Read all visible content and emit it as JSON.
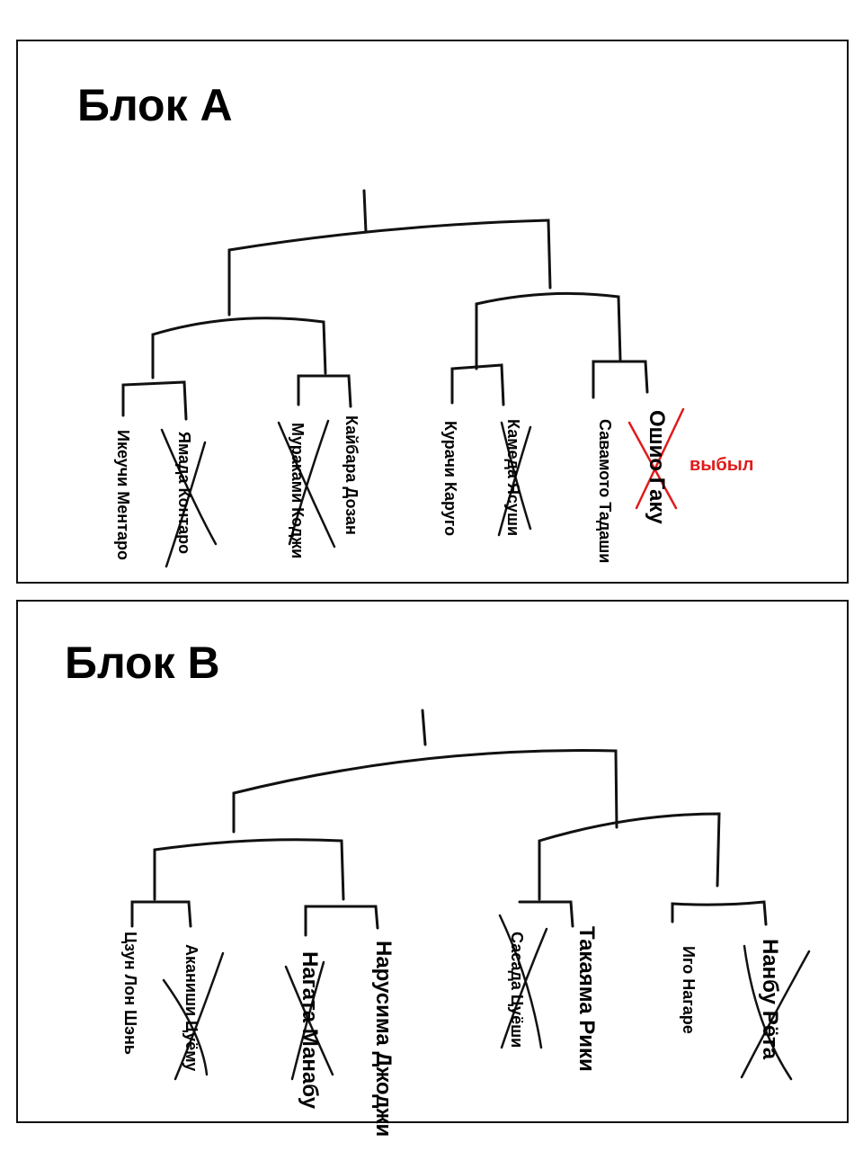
{
  "blocks": [
    {
      "title": "Блок A",
      "participants": [
        {
          "name": "Икеучи Ментаро",
          "eliminated": false
        },
        {
          "name": "Ямада Контаро",
          "eliminated": true
        },
        {
          "name": "Мураками Коджи",
          "eliminated": true
        },
        {
          "name": "Кайбара Дозан",
          "eliminated": false
        },
        {
          "name": "Курачи Каруго",
          "eliminated": false
        },
        {
          "name": "Камеда Ясуши",
          "eliminated": true
        },
        {
          "name": "Савамото Тадаши",
          "eliminated": false
        },
        {
          "name": "Ошио Гаку",
          "eliminated": true,
          "note": "выбыл"
        }
      ]
    },
    {
      "title": "Блок B",
      "participants": [
        {
          "name": "Цзун Лон Шэнь",
          "eliminated": false
        },
        {
          "name": "Аканиши Цуёму",
          "eliminated": true
        },
        {
          "name": "Нагата Манабу",
          "eliminated": true
        },
        {
          "name": "Нарусима Джоджи",
          "eliminated": false
        },
        {
          "name": "Сасада Цуёши",
          "eliminated": true
        },
        {
          "name": "Такаяма Рики",
          "eliminated": false
        },
        {
          "name": "Иго Нагаре",
          "eliminated": false
        },
        {
          "name": "Нанбу Рёта",
          "eliminated": true
        }
      ]
    }
  ],
  "colors": {
    "line": "#111111",
    "withdrawn": "#e01b1b"
  }
}
